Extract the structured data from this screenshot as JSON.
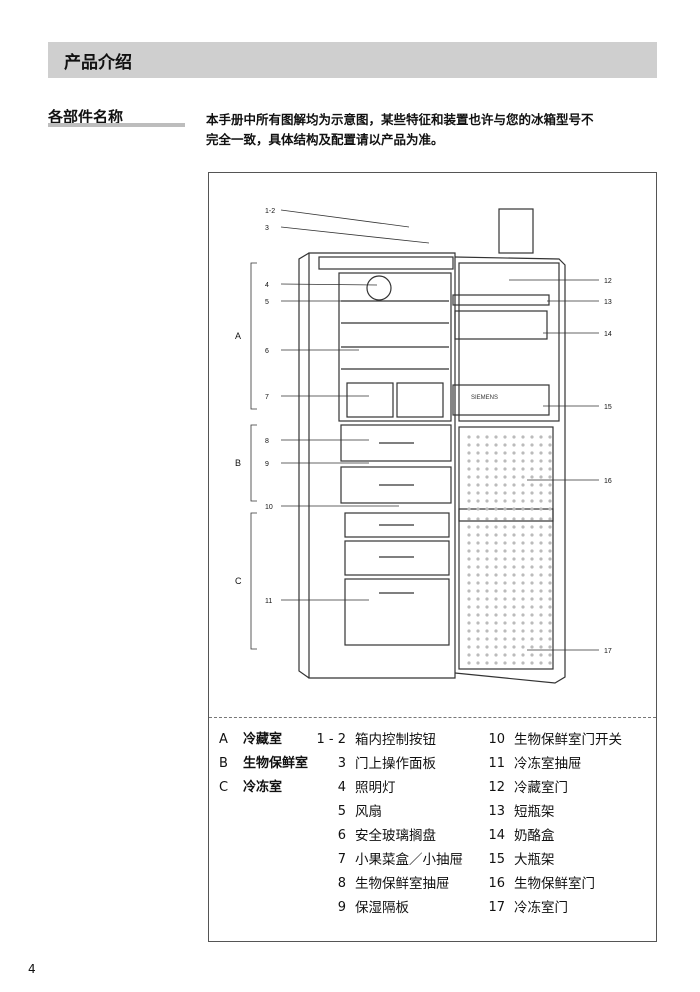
{
  "header": {
    "title": "产品介绍"
  },
  "section": {
    "title": "各部件名称"
  },
  "intro": {
    "line1": "本手册中所有图解均为示意图，某些特征和装置也许与您的冰箱型号不",
    "line2": "完全一致，具体结构及配置请以产品为准。"
  },
  "diagram": {
    "callouts_left": [
      "1-2",
      "3",
      "4",
      "5",
      "6",
      "7",
      "8",
      "9",
      "10",
      "11"
    ],
    "callouts_right": [
      "12",
      "13",
      "14",
      "15",
      "16",
      "17"
    ],
    "zones": [
      "A",
      "B",
      "C"
    ],
    "brand": "SIEMENS"
  },
  "legend": {
    "zones": [
      {
        "letter": "A",
        "name": "冷藏室"
      },
      {
        "letter": "B",
        "name": "生物保鲜室"
      },
      {
        "letter": "C",
        "name": "冷冻室"
      }
    ],
    "parts": [
      {
        "num": "1 - 2",
        "name": "箱内控制按钮"
      },
      {
        "num": "3",
        "name": "门上操作面板"
      },
      {
        "num": "4",
        "name": "照明灯"
      },
      {
        "num": "5",
        "name": "风扇"
      },
      {
        "num": "6",
        "name": "安全玻璃搁盘"
      },
      {
        "num": "7",
        "name": "小果菜盒／小抽屉"
      },
      {
        "num": "8",
        "name": "生物保鲜室抽屉"
      },
      {
        "num": "9",
        "name": "保湿隔板"
      },
      {
        "num": "10",
        "name": "生物保鲜室门开关"
      },
      {
        "num": "11",
        "name": "冷冻室抽屉"
      },
      {
        "num": "12",
        "name": "冷藏室门"
      },
      {
        "num": "13",
        "name": "短瓶架"
      },
      {
        "num": "14",
        "name": "奶酪盒"
      },
      {
        "num": "15",
        "name": "大瓶架"
      },
      {
        "num": "16",
        "name": "生物保鲜室门"
      },
      {
        "num": "17",
        "name": "冷冻室门"
      }
    ]
  },
  "page": {
    "number": "4"
  }
}
